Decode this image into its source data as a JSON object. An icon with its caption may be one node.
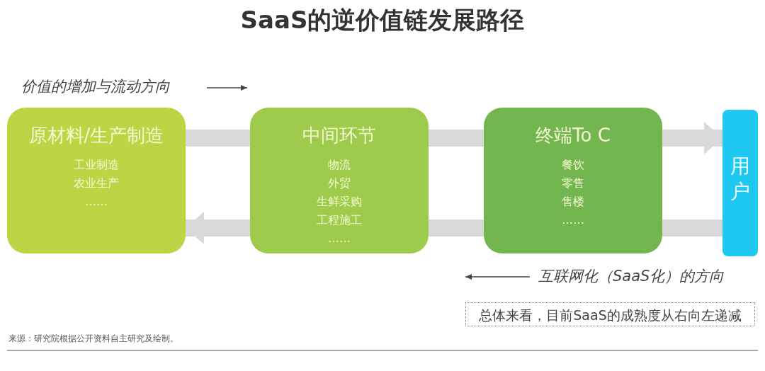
{
  "diagram": {
    "title": "SaaS的逆价值链发展路径",
    "nodes": [
      {
        "text": [
          "原材料/生产制造",
          "工业制造",
          "农业生产",
          "……"
        ]
      },
      {
        "text": [
          "中间环节",
          "物流",
          "外贸",
          "生鲜采购",
          "工程施工",
          "……"
        ]
      },
      {
        "text": [
          "终端To C",
          "餐饮",
          "零售",
          "售楼",
          "……"
        ]
      },
      {
        "text": [
          "用户"
        ]
      },
      {
        "text": [
          "总体来看，目前SaaS的成熟度从右向左递减"
        ]
      }
    ],
    "edges": [
      {
        "from": 0,
        "to": 1,
        "arrow": "none"
      },
      {
        "from": 1,
        "to": 2,
        "arrow": "none"
      },
      {
        "from": 2,
        "to": 3,
        "arrow": "to"
      },
      {
        "from": 3,
        "to": 2,
        "arrow": "none"
      },
      {
        "from": 2,
        "to": 1,
        "arrow": "none"
      },
      {
        "from": 1,
        "to": 0,
        "arrow": "to"
      }
    ],
    "labels": [
      "价值的增加与流动方向",
      "互联网化（SaaS化）的方向",
      "来源：研究院根据公开资料自主研究及绘制。"
    ]
  }
}
